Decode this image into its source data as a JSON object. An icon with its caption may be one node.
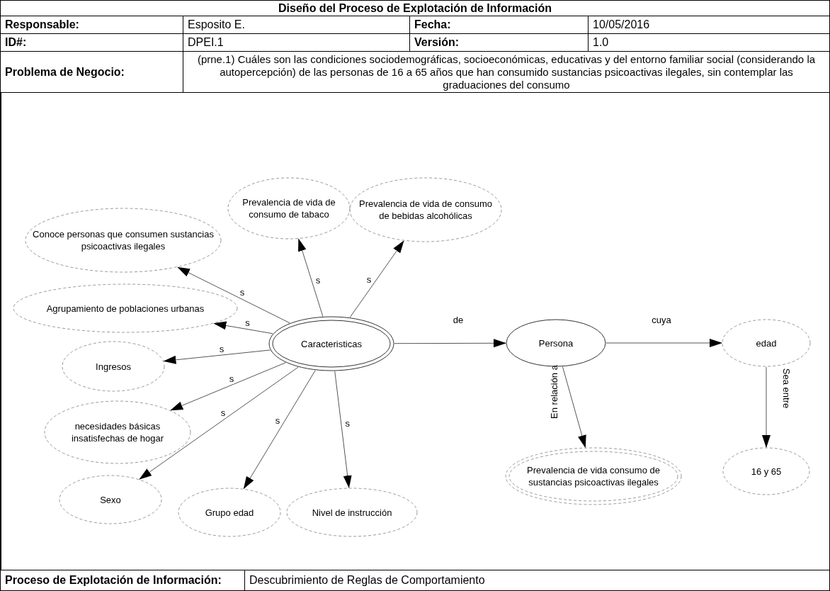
{
  "diagram": {
    "title": "Diseño del Proceso de Explotación de Información",
    "nodes": [
      {
        "text": [
          "Prevalencia de vida de consumo de tabaco"
        ]
      },
      {
        "text": [
          "Prevalencia de vida de consumo de bebidas alcohólicas"
        ]
      },
      {
        "text": [
          "Conoce personas que consumen sustancias psicoactivas ilegales"
        ]
      },
      {
        "text": [
          "Agrupamiento de poblaciones urbanas"
        ]
      },
      {
        "text": [
          "Caracteristicas"
        ]
      },
      {
        "text": [
          "Persona"
        ]
      },
      {
        "text": [
          "edad"
        ]
      },
      {
        "text": [
          "Ingresos"
        ]
      },
      {
        "text": [
          "necesidades básicas insatisfechas de hogar"
        ]
      },
      {
        "text": [
          "Prevalencia de vida consumo de sustancias psicoactivas ilegales"
        ]
      },
      {
        "text": [
          "16 y 65"
        ]
      },
      {
        "text": [
          "Sexo"
        ]
      },
      {
        "text": [
          "Grupo edad"
        ]
      },
      {
        "text": [
          "Nivel de instrucción"
        ]
      }
    ],
    "edges": [
      {
        "from": 4,
        "to": 0,
        "arrow": "to",
        "label": "s"
      },
      {
        "from": 4,
        "to": 1,
        "arrow": "to",
        "label": "s"
      },
      {
        "from": 4,
        "to": 2,
        "arrow": "to",
        "label": "s"
      },
      {
        "from": 4,
        "to": 3,
        "arrow": "to",
        "label": "s"
      },
      {
        "from": 4,
        "to": 5,
        "arrow": "to",
        "label": "de"
      },
      {
        "from": 5,
        "to": 6,
        "arrow": "to",
        "label": "cuya"
      },
      {
        "from": 4,
        "to": 7,
        "arrow": "to",
        "label": "s"
      },
      {
        "from": 4,
        "to": 8,
        "arrow": "to",
        "label": "s"
      },
      {
        "from": 5,
        "to": 9,
        "arrow": "to",
        "label": "En relación a"
      },
      {
        "from": 6,
        "to": 10,
        "arrow": "to",
        "label": "Sea entre"
      },
      {
        "from": 4,
        "to": 11,
        "arrow": "to",
        "label": "s"
      },
      {
        "from": 4,
        "to": 12,
        "arrow": "to",
        "label": "s"
      },
      {
        "from": 4,
        "to": 13,
        "arrow": "to",
        "label": "s"
      }
    ],
    "labels": [
      "Responsable:",
      "Esposito E.",
      "Fecha:",
      "10/05/2016",
      "ID#:",
      "DPEI.1",
      "Versión:",
      "1.0",
      "Problema de Negocio:",
      "(prne.1) Cuáles son las condiciones sociodemográficas, socioeconómicas, educativas y del entorno familiar social (considerando la autopercepción) de las personas de 16 a 65 años que han consumido sustancias psicoactivas ilegales, sin contemplar las graduaciones del consumo",
      "Proceso de Explotación de Información:",
      "Descubrimiento de Reglas de Comportamiento"
    ]
  }
}
